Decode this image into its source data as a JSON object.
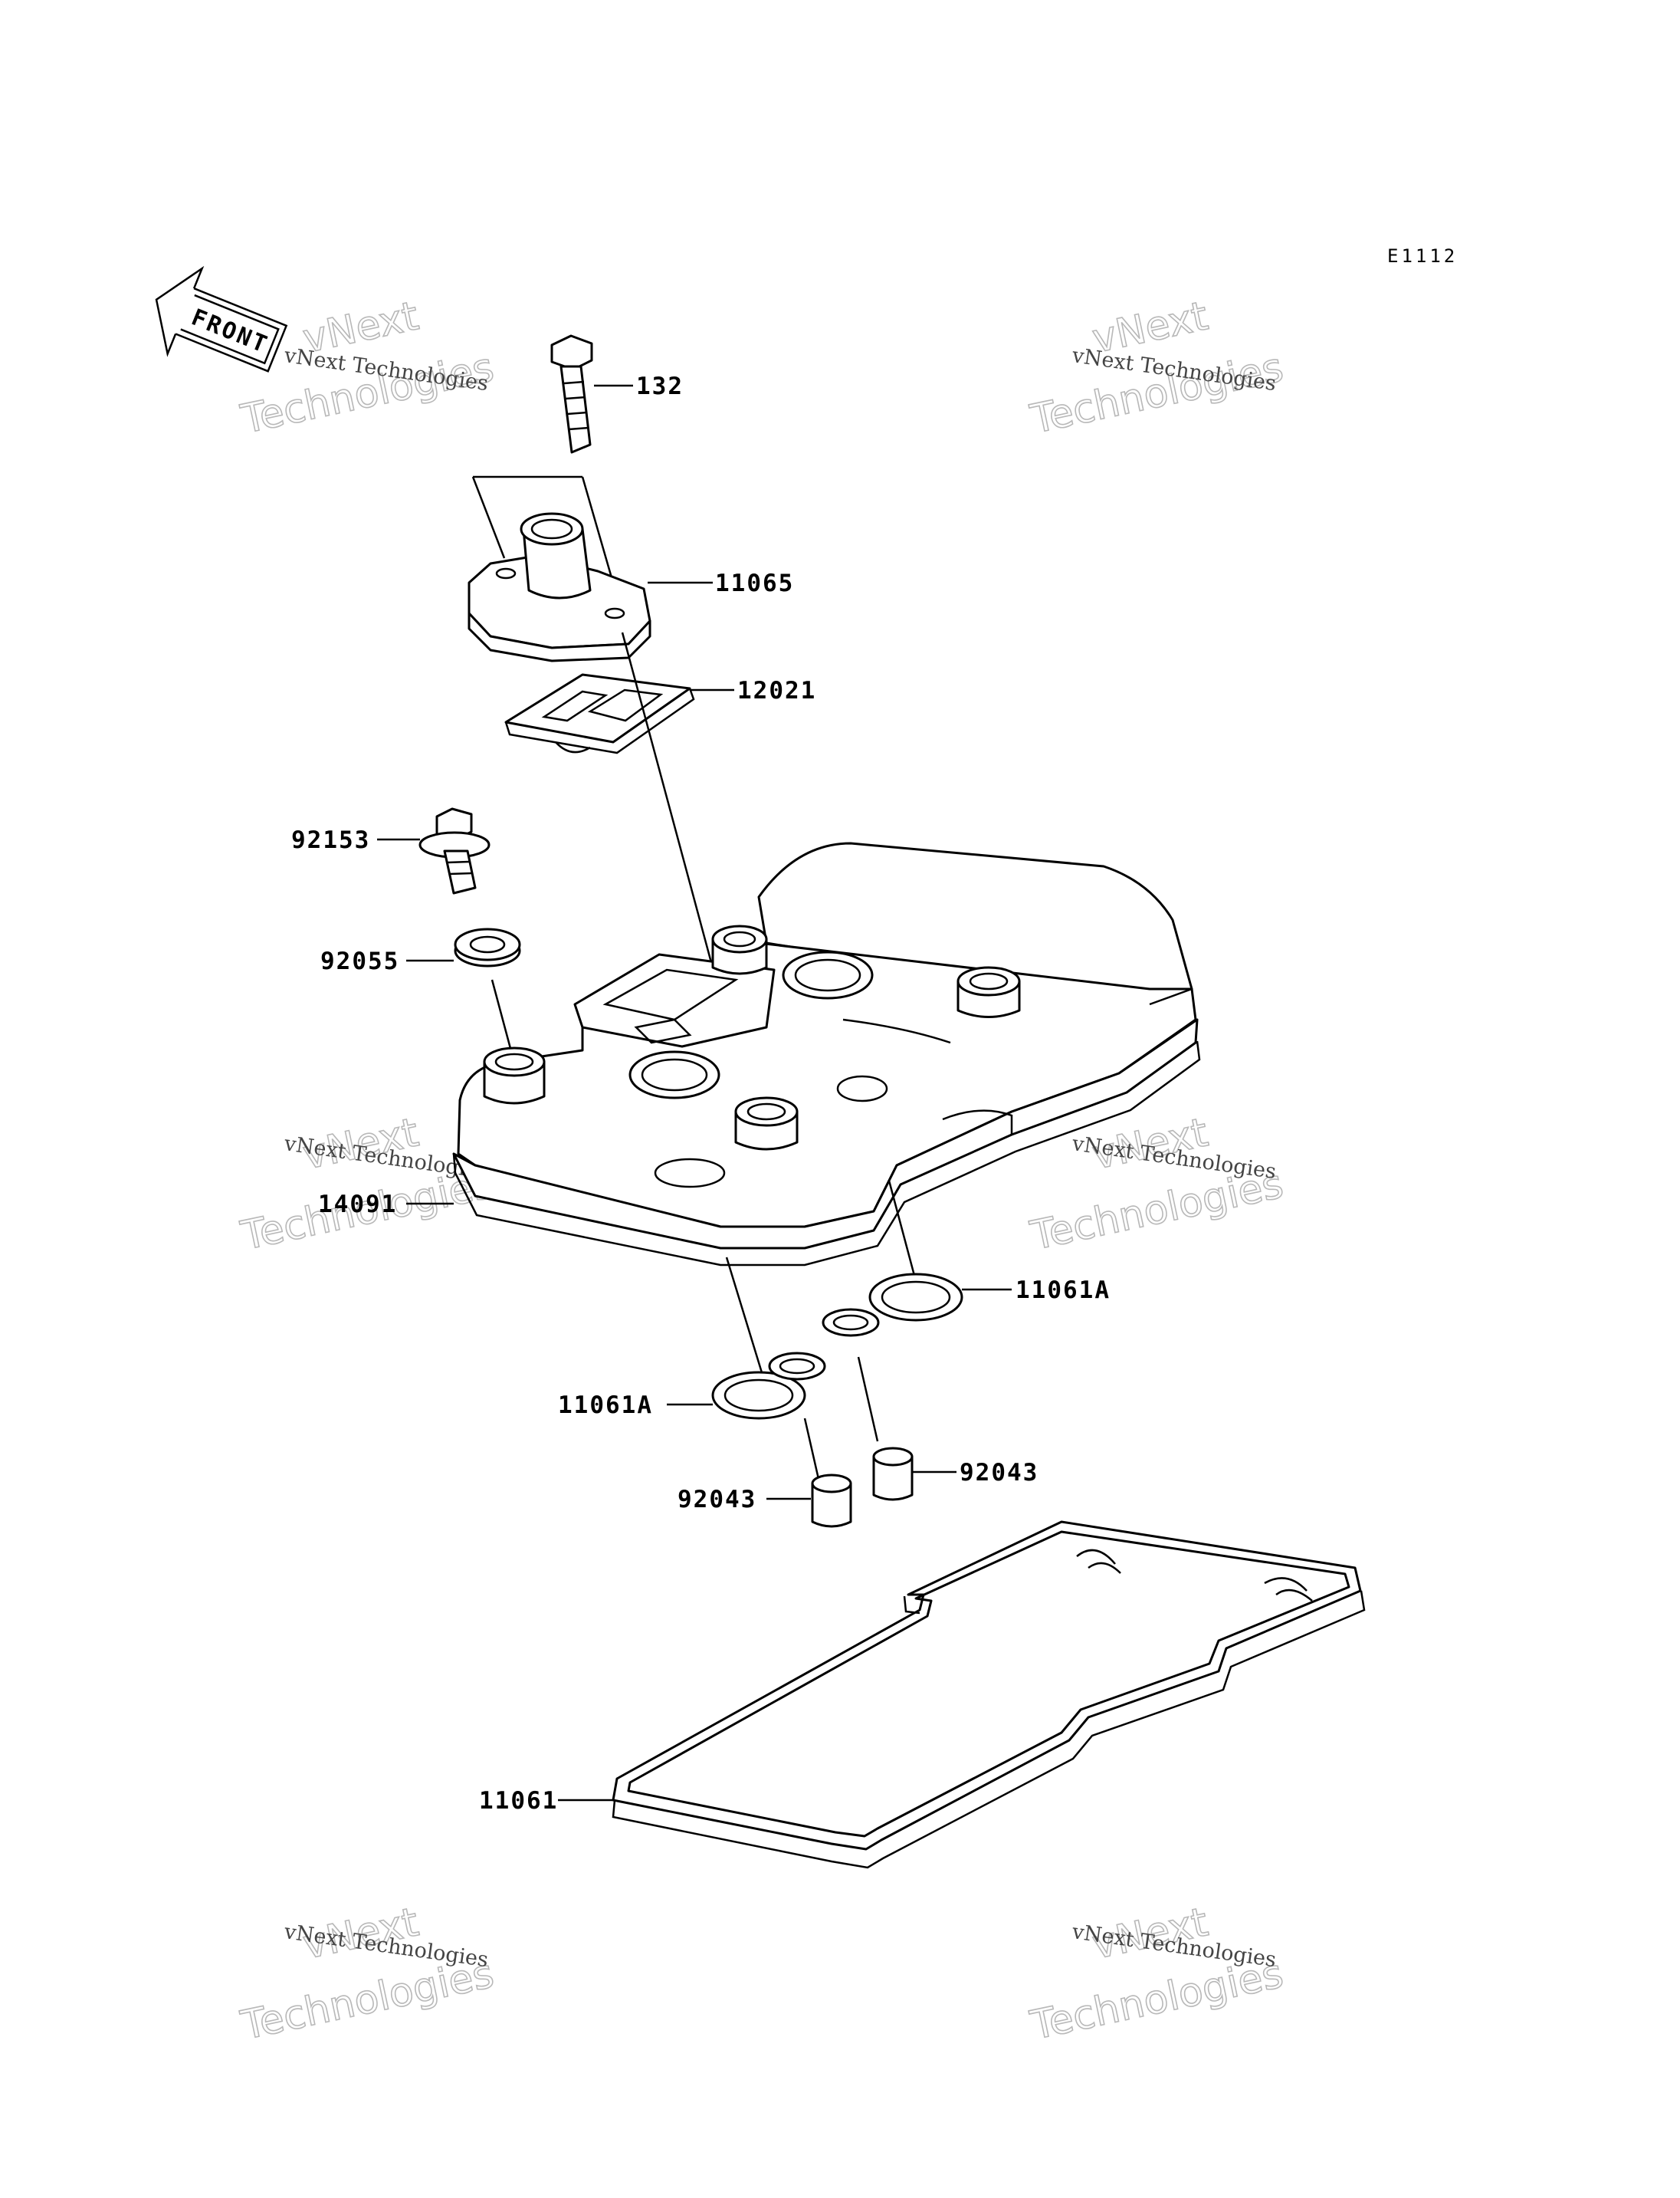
{
  "diagram_code": "E1112",
  "front_marker": "FRONT",
  "watermark": {
    "line1": "vNext Technologies",
    "line2": "vNext",
    "line3": "Technologies"
  },
  "parts": [
    {
      "id": "p132",
      "label": "132"
    },
    {
      "id": "p11065",
      "label": "11065"
    },
    {
      "id": "p12021",
      "label": "12021"
    },
    {
      "id": "p92153",
      "label": "92153"
    },
    {
      "id": "p92055",
      "label": "92055"
    },
    {
      "id": "p14091",
      "label": "14091"
    },
    {
      "id": "p11061A_right",
      "label": "11061A"
    },
    {
      "id": "p11061A_left",
      "label": "11061A"
    },
    {
      "id": "p92043_right",
      "label": "92043"
    },
    {
      "id": "p92043_left",
      "label": "92043"
    },
    {
      "id": "p11061",
      "label": "11061"
    }
  ]
}
